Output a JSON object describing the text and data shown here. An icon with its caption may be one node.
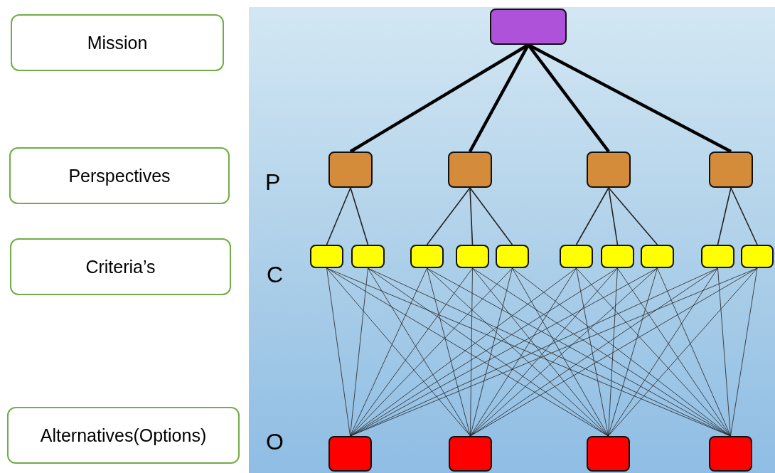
{
  "diagram": {
    "nodes": [
      {
        "text": [
          "Mission"
        ]
      },
      {
        "text": [
          "Perspectives"
        ]
      },
      {
        "text": [
          "Criteria’s"
        ]
      },
      {
        "text": [
          "Alternatives(Options)"
        ]
      },
      {
        "text": [],
        "shape": "box"
      },
      {
        "text": [],
        "shape": "box"
      },
      {
        "text": [],
        "shape": "box"
      },
      {
        "text": [],
        "shape": "box"
      },
      {
        "text": [],
        "shape": "box"
      },
      {
        "text": [],
        "shape": "box"
      },
      {
        "text": [],
        "shape": "box"
      },
      {
        "text": [],
        "shape": "box"
      },
      {
        "text": [],
        "shape": "box"
      },
      {
        "text": [],
        "shape": "box"
      },
      {
        "text": [],
        "shape": "box"
      },
      {
        "text": [],
        "shape": "box"
      },
      {
        "text": [],
        "shape": "box"
      },
      {
        "text": [],
        "shape": "box"
      },
      {
        "text": [],
        "shape": "box"
      },
      {
        "text": [],
        "shape": "box"
      },
      {
        "text": [],
        "shape": "box"
      },
      {
        "text": [],
        "shape": "box"
      },
      {
        "text": [],
        "shape": "box"
      }
    ],
    "edges": [
      {
        "from": 4,
        "to": 5,
        "arrow": "none",
        "style": "thick"
      },
      {
        "from": 4,
        "to": 6,
        "arrow": "none",
        "style": "thick"
      },
      {
        "from": 4,
        "to": 7,
        "arrow": "none",
        "style": "thick"
      },
      {
        "from": 4,
        "to": 8,
        "arrow": "none",
        "style": "thick"
      },
      {
        "from": 5,
        "to": 9,
        "arrow": "none"
      },
      {
        "from": 5,
        "to": 10,
        "arrow": "none"
      },
      {
        "from": 6,
        "to": 11,
        "arrow": "none"
      },
      {
        "from": 6,
        "to": 12,
        "arrow": "none"
      },
      {
        "from": 6,
        "to": 13,
        "arrow": "none"
      },
      {
        "from": 7,
        "to": 14,
        "arrow": "none"
      },
      {
        "from": 7,
        "to": 15,
        "arrow": "none"
      },
      {
        "from": 7,
        "to": 16,
        "arrow": "none"
      },
      {
        "from": 8,
        "to": 17,
        "arrow": "none"
      },
      {
        "from": 8,
        "to": 18,
        "arrow": "none"
      },
      {
        "from": 9,
        "to": 19,
        "arrow": "none"
      },
      {
        "from": 9,
        "to": 20,
        "arrow": "none"
      },
      {
        "from": 9,
        "to": 21,
        "arrow": "none"
      },
      {
        "from": 9,
        "to": 22,
        "arrow": "none"
      },
      {
        "from": 10,
        "to": 19,
        "arrow": "none"
      },
      {
        "from": 10,
        "to": 20,
        "arrow": "none"
      },
      {
        "from": 10,
        "to": 21,
        "arrow": "none"
      },
      {
        "from": 10,
        "to": 22,
        "arrow": "none"
      },
      {
        "from": 11,
        "to": 19,
        "arrow": "none"
      },
      {
        "from": 11,
        "to": 20,
        "arrow": "none"
      },
      {
        "from": 11,
        "to": 21,
        "arrow": "none"
      },
      {
        "from": 11,
        "to": 22,
        "arrow": "none"
      },
      {
        "from": 12,
        "to": 19,
        "arrow": "none"
      },
      {
        "from": 12,
        "to": 20,
        "arrow": "none"
      },
      {
        "from": 12,
        "to": 21,
        "arrow": "none"
      },
      {
        "from": 12,
        "to": 22,
        "arrow": "none"
      },
      {
        "from": 13,
        "to": 19,
        "arrow": "none"
      },
      {
        "from": 13,
        "to": 20,
        "arrow": "none"
      },
      {
        "from": 13,
        "to": 21,
        "arrow": "none"
      },
      {
        "from": 13,
        "to": 22,
        "arrow": "none"
      },
      {
        "from": 14,
        "to": 19,
        "arrow": "none"
      },
      {
        "from": 14,
        "to": 20,
        "arrow": "none"
      },
      {
        "from": 14,
        "to": 21,
        "arrow": "none"
      },
      {
        "from": 14,
        "to": 22,
        "arrow": "none"
      },
      {
        "from": 15,
        "to": 19,
        "arrow": "none"
      },
      {
        "from": 15,
        "to": 20,
        "arrow": "none"
      },
      {
        "from": 15,
        "to": 21,
        "arrow": "none"
      },
      {
        "from": 15,
        "to": 22,
        "arrow": "none"
      },
      {
        "from": 16,
        "to": 19,
        "arrow": "none"
      },
      {
        "from": 16,
        "to": 20,
        "arrow": "none"
      },
      {
        "from": 16,
        "to": 21,
        "arrow": "none"
      },
      {
        "from": 16,
        "to": 22,
        "arrow": "none"
      },
      {
        "from": 17,
        "to": 19,
        "arrow": "none"
      },
      {
        "from": 17,
        "to": 20,
        "arrow": "none"
      },
      {
        "from": 17,
        "to": 21,
        "arrow": "none"
      },
      {
        "from": 17,
        "to": 22,
        "arrow": "none"
      },
      {
        "from": 18,
        "to": 19,
        "arrow": "none"
      },
      {
        "from": 18,
        "to": 20,
        "arrow": "none"
      },
      {
        "from": 18,
        "to": 21,
        "arrow": "none"
      },
      {
        "from": 18,
        "to": 22,
        "arrow": "none"
      }
    ],
    "labels": [
      "P",
      "C",
      "O"
    ]
  }
}
